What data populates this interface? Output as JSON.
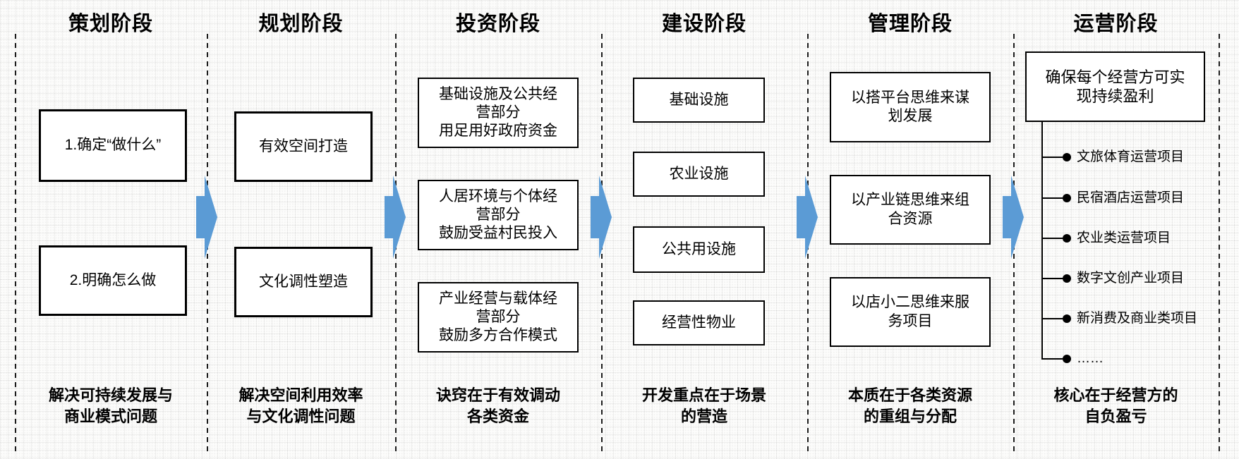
{
  "colors": {
    "arrow_blue": "#5b9bd5",
    "box_border": "#000000",
    "text": "#000000"
  },
  "columns": [
    {
      "title": "策划阶段",
      "boxes": [
        "1.确定“做什么”",
        "2.明确怎么做"
      ],
      "caption": "解决可持续发展与\n商业模式问题"
    },
    {
      "title": "规划阶段",
      "boxes": [
        "有效空间打造",
        "文化调性塑造"
      ],
      "caption": "解决空间利用效率\n与文化调性问题"
    },
    {
      "title": "投资阶段",
      "boxes": [
        "基础设施及公共经\n营部分\n用足用好政府资金",
        "人居环境与个体经\n营部分\n鼓励受益村民投入",
        "产业经营与载体经\n营部分\n鼓励多方合作模式"
      ],
      "caption": "诀窍在于有效调动\n各类资金"
    },
    {
      "title": "建设阶段",
      "boxes": [
        "基础设施",
        "农业设施",
        "公共用设施",
        "经营性物业"
      ],
      "caption": "开发重点在于场景\n的营造"
    },
    {
      "title": "管理阶段",
      "boxes": [
        "以搭平台思维来谋\n划发展",
        "以产业链思维来组\n合资源",
        "以店小二思维来服\n务项目"
      ],
      "caption": "本质在于各类资源\n的重组与分配"
    },
    {
      "title": "运营阶段",
      "top_box": "确保每个经营方可实\n现持续盈利",
      "items": [
        "文旅体育运营项目",
        "民宿酒店运营项目",
        "农业类运营项目",
        "数字文创产业项目",
        "新消费及商业类项目",
        "……"
      ],
      "caption": "核心在于经营方的\n自负盈亏"
    }
  ]
}
